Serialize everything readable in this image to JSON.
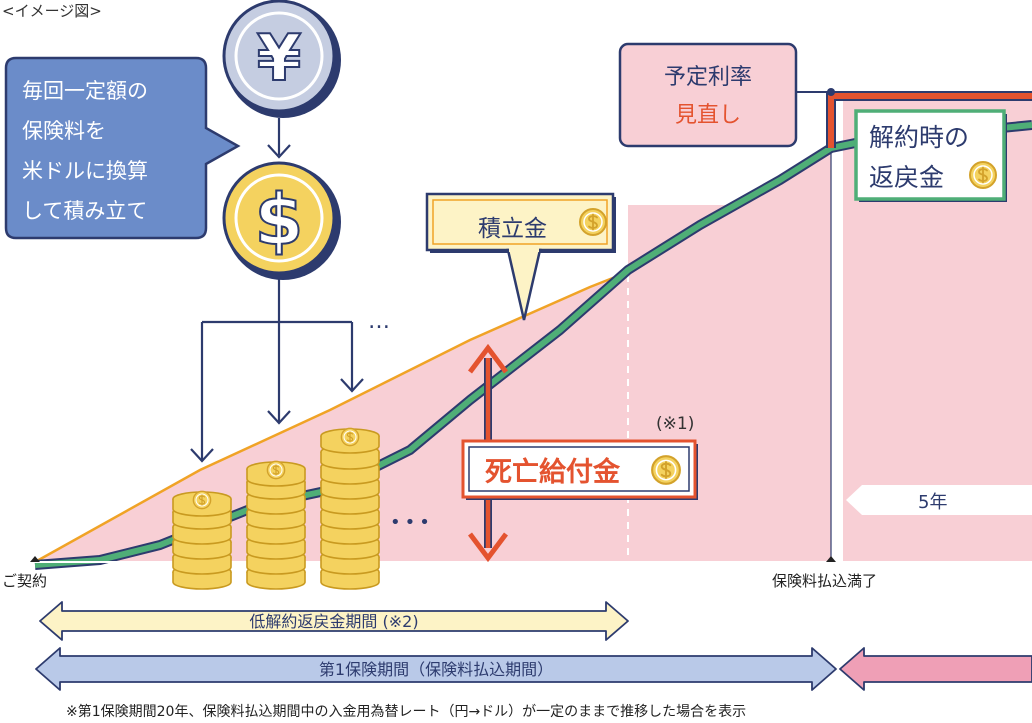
{
  "caption": "<イメージ図>",
  "speech_bubble": {
    "lines": [
      "毎回一定額の",
      "保険料を",
      "米ドルに換算",
      "して積み立て"
    ]
  },
  "yen_coin": {
    "symbol": "¥"
  },
  "dollar_coin": {
    "symbol": "$"
  },
  "coin_small_symbol": "$",
  "ellipsis_arrows": "…",
  "ellipsis_stacks": "•••",
  "accumulation_label": "積立金",
  "death_benefit": {
    "label": "死亡給付金",
    "note": "(※1)"
  },
  "rate_review": {
    "line1": "予定利率",
    "line2": "見直し"
  },
  "surrender_value": {
    "line1": "解約時の",
    "line2": "返戻金"
  },
  "renewal_period": "5年",
  "timeline": {
    "start": "ご契約",
    "premium_paid_up": "保険料払込満了"
  },
  "periods": {
    "low_surrender": "低解約返戻金期間 (※2)",
    "first_period": "第1保険期間（保険料払込期間）"
  },
  "footnote": "※第1保険期間20年、保険料払込期間中の入金用為替レート（円→ドル）が一定のままで推移した場合を表示",
  "colors": {
    "pink_fill": "#f8cfd5",
    "orange_line": "#f0a326",
    "green_line": "#4fae77",
    "red": "#e4532f",
    "navy": "#2d3b6e",
    "blue_bubble": "#6b8cc9",
    "coin_gold": "#f4d25f"
  }
}
